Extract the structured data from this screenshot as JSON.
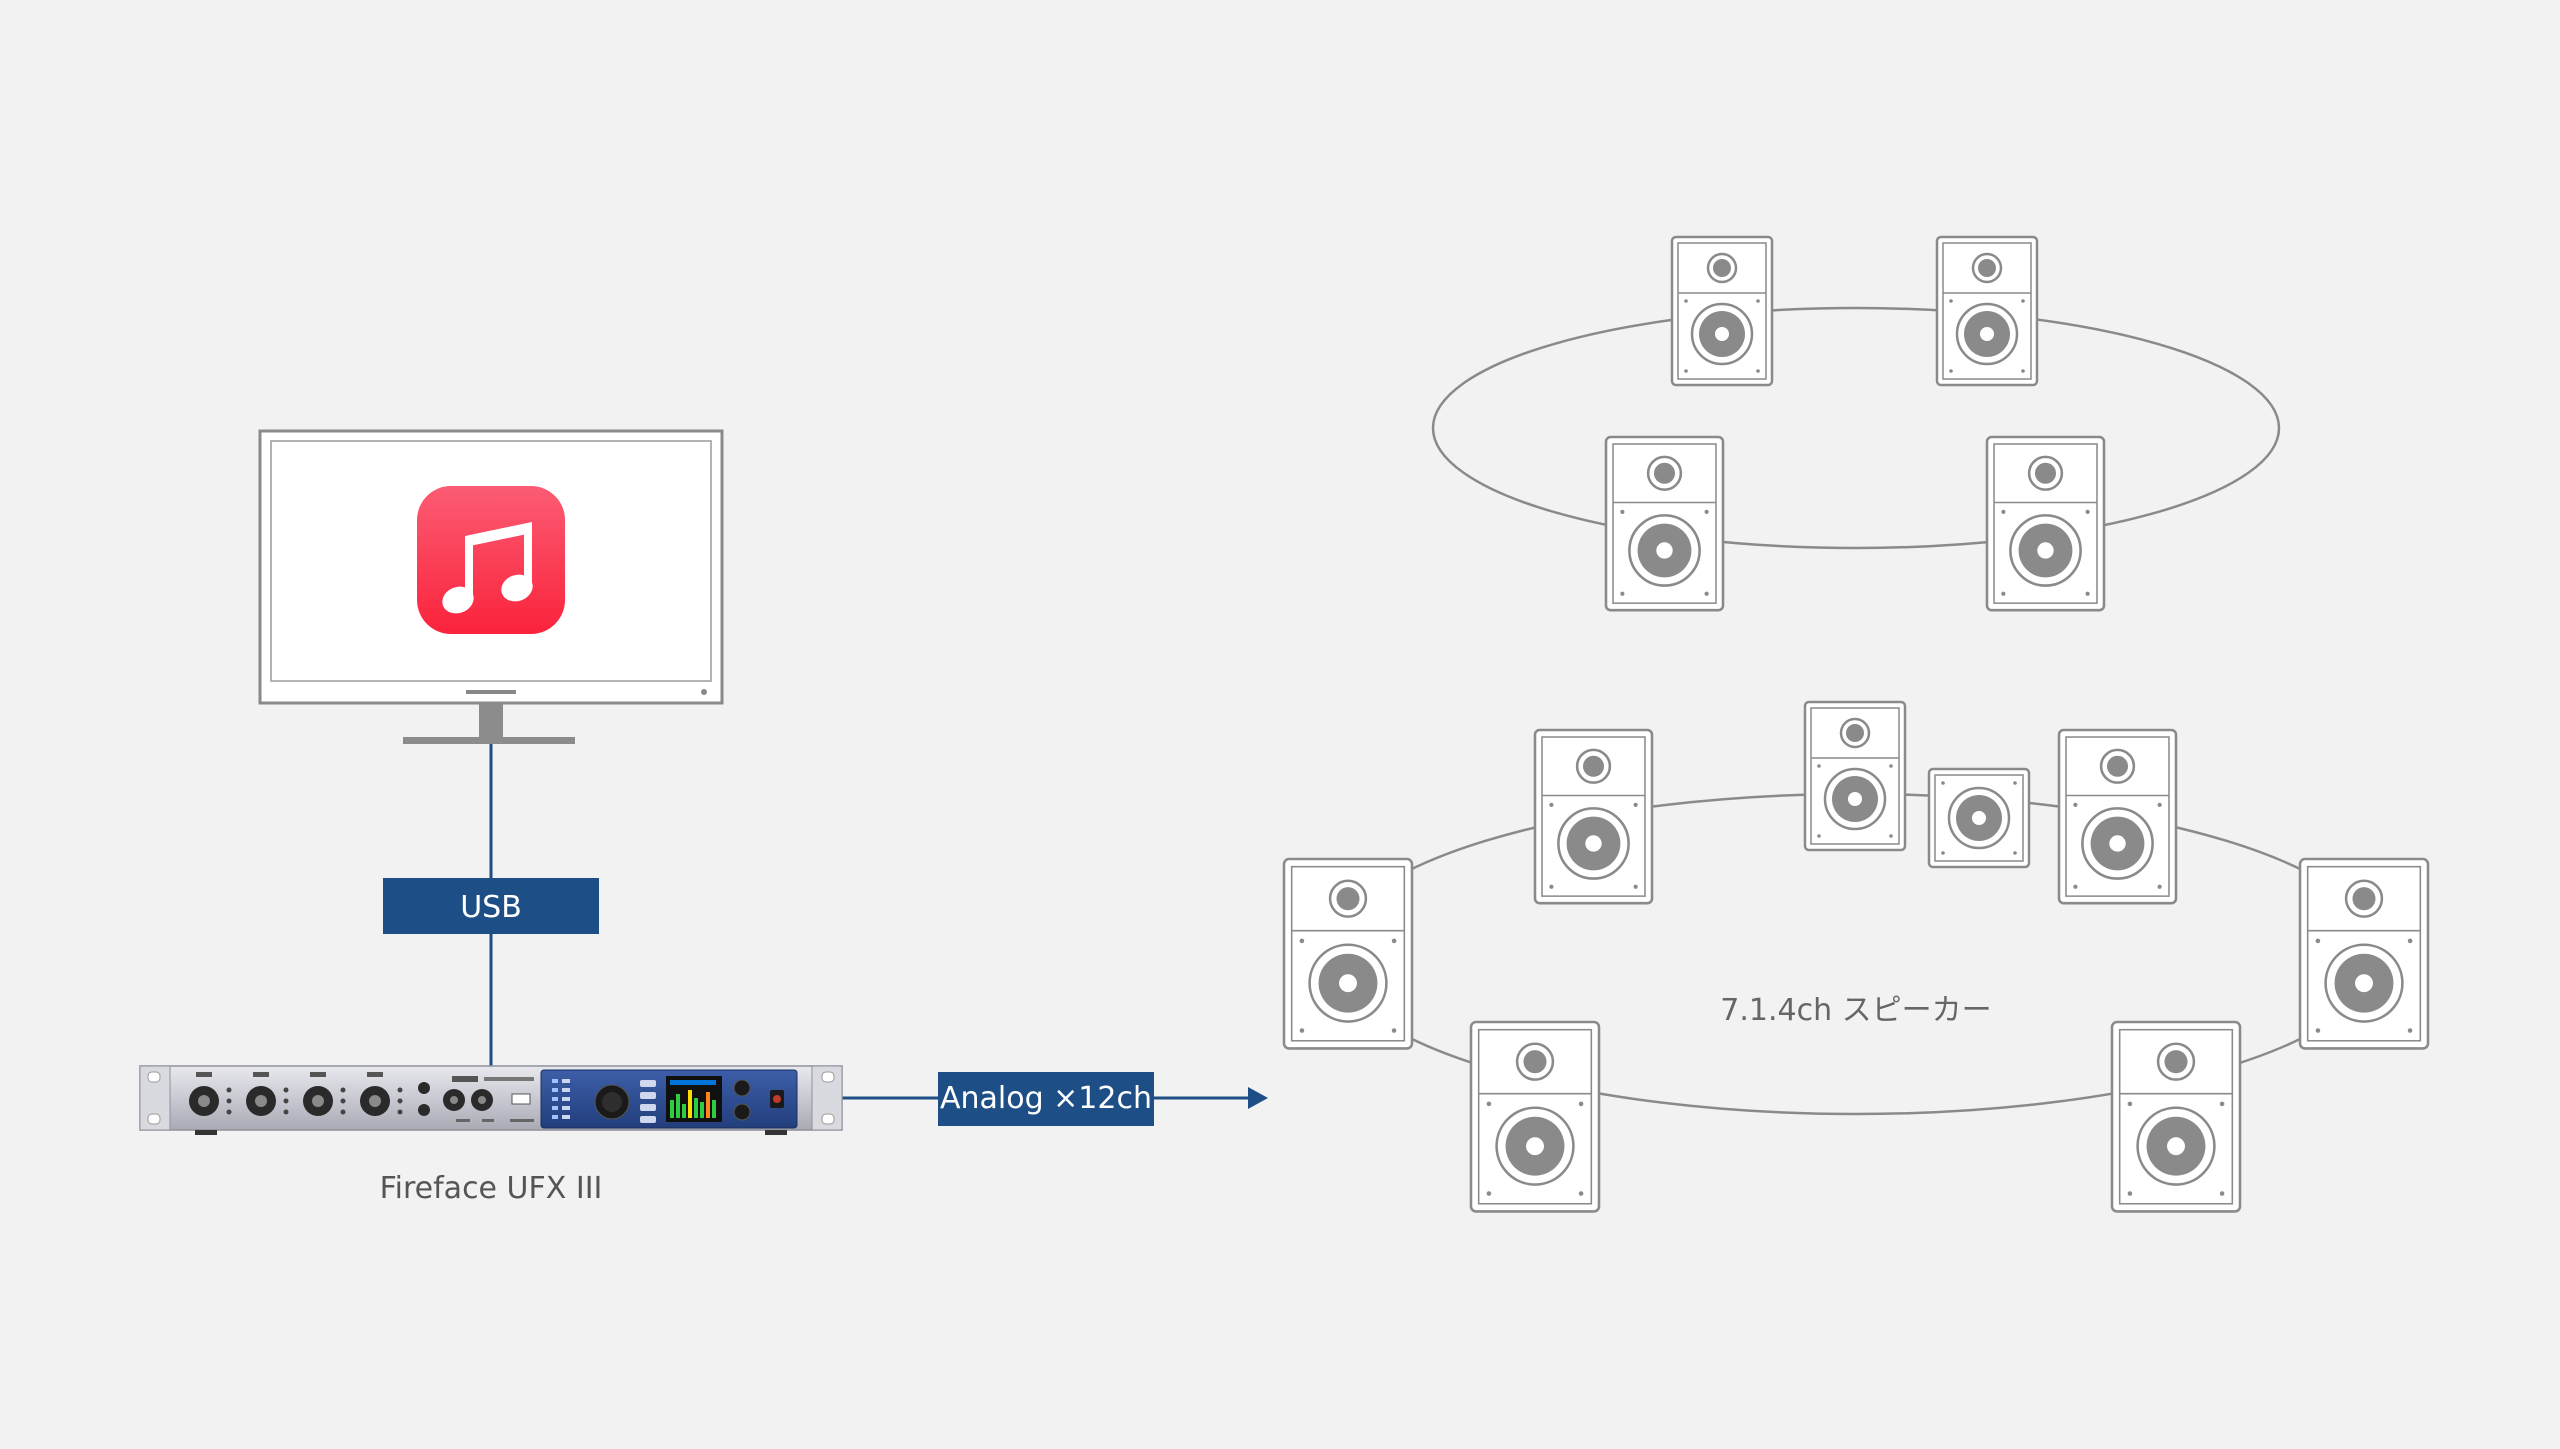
{
  "colors": {
    "background": "#f2f2f2",
    "connector": "#1d4f86",
    "label_box": "#1d4f86",
    "label_text": "#ffffff",
    "outline": "#7a7a7a",
    "caption": "#555555",
    "music_icon_top": "#fb5c74",
    "music_icon_bottom": "#fa233b"
  },
  "labels": {
    "usb": "USB",
    "analog": "Analog ×12ch",
    "interface": "Fireface UFX III",
    "speaker_layout": "7.1.4ch スピーカー"
  },
  "icons": {
    "app": "apple-music-icon",
    "monitor": "monitor-icon",
    "interface": "audio-interface-icon",
    "speaker": "speaker-icon"
  },
  "speakers": {
    "height_layer_count": 4,
    "listener_layer_count": 8
  }
}
